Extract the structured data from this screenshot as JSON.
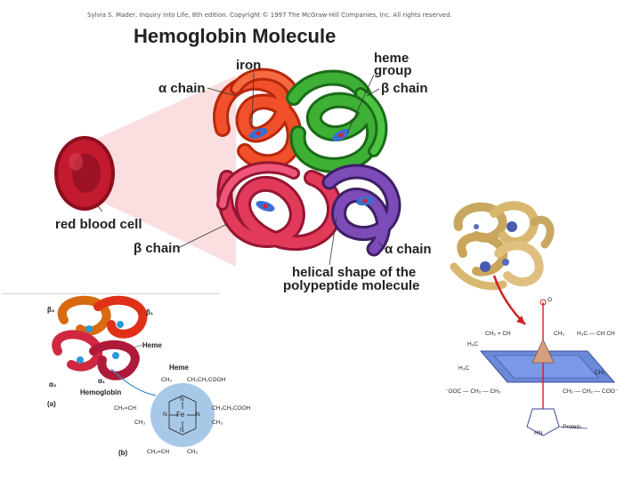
{
  "header": {
    "copyright": "Sylvia S. Mader, Inquiry into Life, 8th edition. Copyright © 1997 The McGraw-Hill Companies, Inc. All rights reserved.",
    "title": "Hemoglobin Molecule"
  },
  "main_figure": {
    "labels": {
      "iron": "iron",
      "heme_group_line1": "heme",
      "heme_group_line2": "group",
      "alpha_chain_top": "α chain",
      "beta_chain_top": "β chain",
      "red_blood_cell": "red blood cell",
      "beta_chain_bottom": "β chain",
      "alpha_chain_bottom": "α chain",
      "helical_line1": "helical shape of the",
      "helical_line2": "polypeptide molecule"
    },
    "colors": {
      "alpha_top": "#e8401c",
      "beta_top": "#2f9a2a",
      "beta_bottom": "#d8284a",
      "alpha_bottom": "#6a3a9a",
      "rbc": "#b5182a"
    }
  },
  "inset_a": {
    "beta2": "β₂",
    "beta1": "β₁",
    "heme": "Heme",
    "alpha2": "α₂",
    "alpha1": "α₁",
    "hemoglobin": "Hemoglobin",
    "panel": "(a)"
  },
  "inset_b": {
    "heme": "Heme",
    "panel": "(b)",
    "ch3_top1": "CH₃",
    "ch2ch2cooh_top": "CH₂CH₂COOH",
    "ch2ch_left": "CH₂=CH",
    "ch2ch2cooh_right": "CH₂CH₂COOH",
    "ch3_left": "CH₃",
    "ch3_right": "CH₃",
    "ch2ch_bottom": "CH₂=CH",
    "ch3_bottom": "CH₃",
    "fe": "Fe",
    "n": "N"
  },
  "right_figure": {
    "h3c_ch_ch": "H₃C — CH  CH",
    "ch3_a": "CH₃",
    "ch2_ch": "CH₂ = CH",
    "h3c_b": "H₃C",
    "h3c_c": "H₃C",
    "ch3_b": "CH₃",
    "left_chain": "⁻OOC — CH₂ — CH₂",
    "right_chain": "CH₂ — CH₂ — COO⁻",
    "o": "O",
    "hn": "HN",
    "protein": "Protein"
  }
}
